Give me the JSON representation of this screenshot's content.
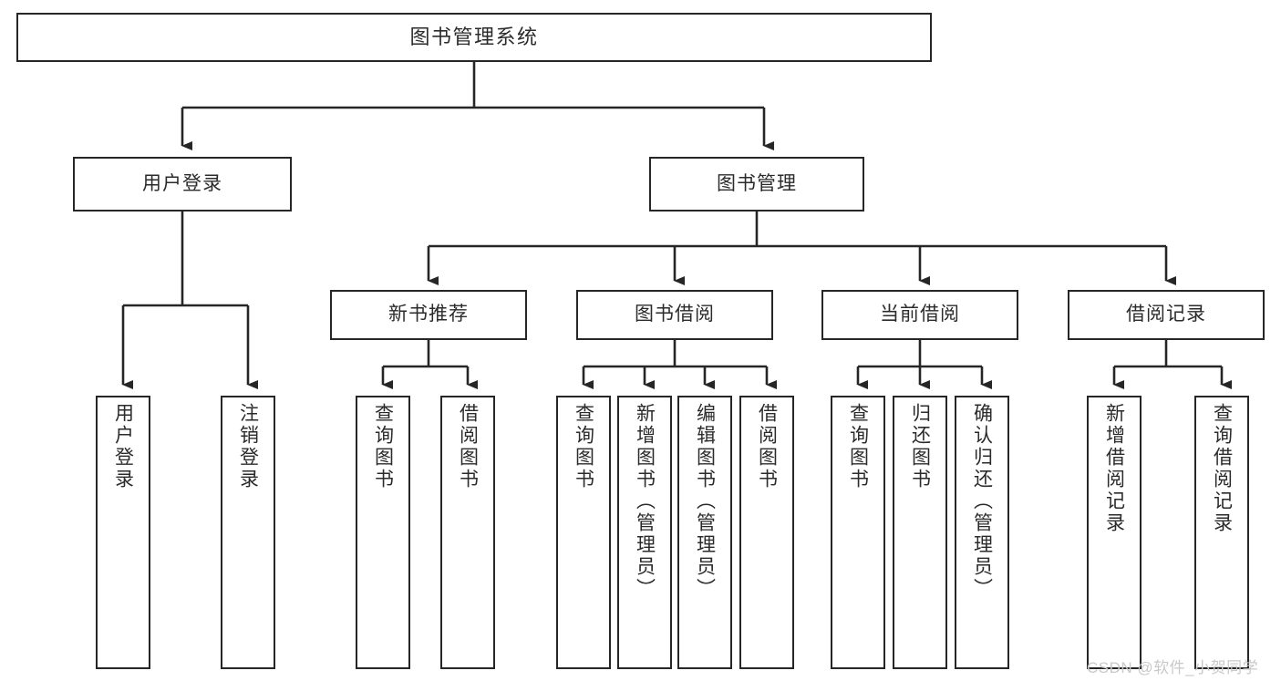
{
  "diagram": {
    "type": "tree-hierarchy-chart",
    "title": "图书管理系统",
    "line_color": "#262626",
    "box_fill": "#ffffff",
    "text_color": "#2b2b2b",
    "watermark_color": "#c9c9c9"
  },
  "watermark": {
    "text": "CSDN @软件_小贺同学"
  },
  "nodes": {
    "root": {
      "label": "图书管理系统"
    },
    "level1": [
      {
        "id": "user-login",
        "label": "用户登录"
      },
      {
        "id": "book-manage",
        "label": "图书管理"
      }
    ],
    "level2": [
      {
        "id": "new-book-recommend",
        "label": "新书推荐"
      },
      {
        "id": "book-borrow",
        "label": "图书借阅"
      },
      {
        "id": "current-borrow",
        "label": "当前借阅"
      },
      {
        "id": "borrow-record",
        "label": "借阅记录"
      }
    ],
    "leaves": {
      "user_login": [
        {
          "id": "leaf-user-login",
          "label": "用户登录"
        },
        {
          "id": "leaf-logout-login",
          "label": "注销登录"
        }
      ],
      "new_book_recommend": [
        {
          "id": "leaf-query-book-1",
          "label": "查询图书"
        },
        {
          "id": "leaf-borrow-book-1",
          "label": "借阅图书"
        }
      ],
      "book_borrow": [
        {
          "id": "leaf-query-book-2",
          "label": "查询图书"
        },
        {
          "id": "leaf-add-book",
          "label": "新增图书（管理员）"
        },
        {
          "id": "leaf-edit-book",
          "label": "编辑图书（管理员）"
        },
        {
          "id": "leaf-borrow-book-2",
          "label": "借阅图书"
        }
      ],
      "current_borrow": [
        {
          "id": "leaf-query-book-3",
          "label": "查询图书"
        },
        {
          "id": "leaf-return-book",
          "label": "归还图书"
        },
        {
          "id": "leaf-confirm-return",
          "label": "确认归还（管理员）"
        }
      ],
      "borrow_record": [
        {
          "id": "leaf-add-record",
          "label": "新增借阅记录"
        },
        {
          "id": "leaf-query-record",
          "label": "查询借阅记录"
        }
      ]
    }
  }
}
